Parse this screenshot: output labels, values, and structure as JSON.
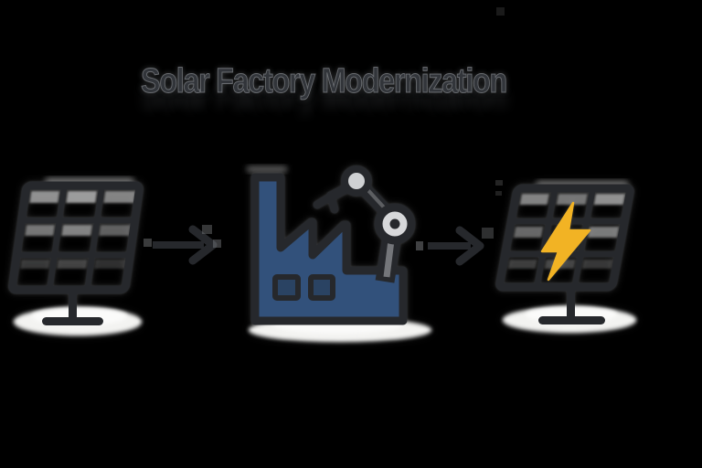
{
  "title": {
    "text": "Solar Factory Modernization"
  },
  "flow": {
    "steps": [
      {
        "name": "solar-panel",
        "icon": "solar-panel-icon"
      },
      {
        "name": "factory-with-robot-arm",
        "icon": "factory-robot-arm-icon"
      },
      {
        "name": "solar-panel-energized",
        "icon": "solar-panel-lightning-icon"
      }
    ],
    "connectors": [
      {
        "icon": "arrow-right-icon",
        "from": "solar-panel",
        "to": "factory-with-robot-arm"
      },
      {
        "icon": "arrow-right-icon",
        "from": "factory-with-robot-arm",
        "to": "solar-panel-energized"
      }
    ]
  },
  "colors": {
    "background": "#000000",
    "title_color": "#32353A",
    "outline_dark": "#26282C",
    "factory_blue": "#32517B",
    "window_blue": "#2A4363",
    "bolt_yellow": "#F2B324",
    "shadow_white": "#F3F3F1",
    "metal_light": "#D7D8DA"
  }
}
